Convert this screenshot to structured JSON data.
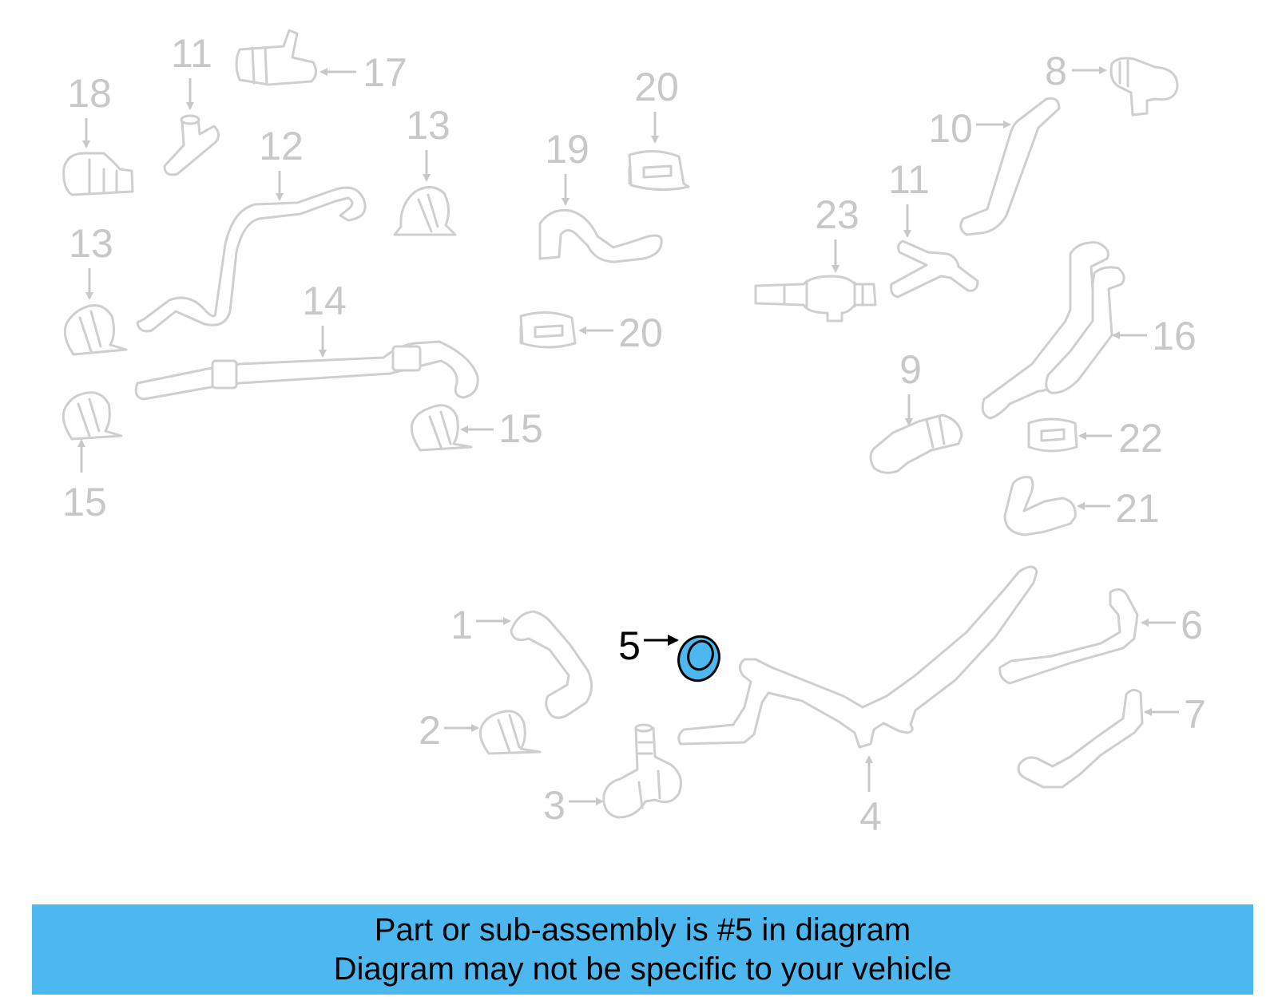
{
  "highlight_color": "#4db8f0",
  "faded_color": "#c8c8c8",
  "callouts": [
    {
      "id": "c18",
      "text": "18"
    },
    {
      "id": "c11a",
      "text": "11"
    },
    {
      "id": "c17",
      "text": "17"
    },
    {
      "id": "c12",
      "text": "12"
    },
    {
      "id": "c13a",
      "text": "13"
    },
    {
      "id": "c13b",
      "text": "13"
    },
    {
      "id": "c14",
      "text": "14"
    },
    {
      "id": "c15a",
      "text": "15"
    },
    {
      "id": "c15b",
      "text": "15"
    },
    {
      "id": "c19",
      "text": "19"
    },
    {
      "id": "c20a",
      "text": "20"
    },
    {
      "id": "c20b",
      "text": "20"
    },
    {
      "id": "c8",
      "text": "8"
    },
    {
      "id": "c10",
      "text": "10"
    },
    {
      "id": "c11b",
      "text": "11"
    },
    {
      "id": "c23",
      "text": "23"
    },
    {
      "id": "c16",
      "text": "16"
    },
    {
      "id": "c9",
      "text": "9"
    },
    {
      "id": "c22",
      "text": "22"
    },
    {
      "id": "c21",
      "text": "21"
    },
    {
      "id": "c1",
      "text": "1"
    },
    {
      "id": "c2",
      "text": "2"
    },
    {
      "id": "c3",
      "text": "3"
    },
    {
      "id": "c4",
      "text": "4"
    },
    {
      "id": "c5",
      "text": "5"
    },
    {
      "id": "c6",
      "text": "6"
    },
    {
      "id": "c7",
      "text": "7"
    }
  ],
  "banner": {
    "line1": "Part or sub-assembly is #5 in diagram",
    "line2": "Diagram may not be specific to your vehicle"
  }
}
